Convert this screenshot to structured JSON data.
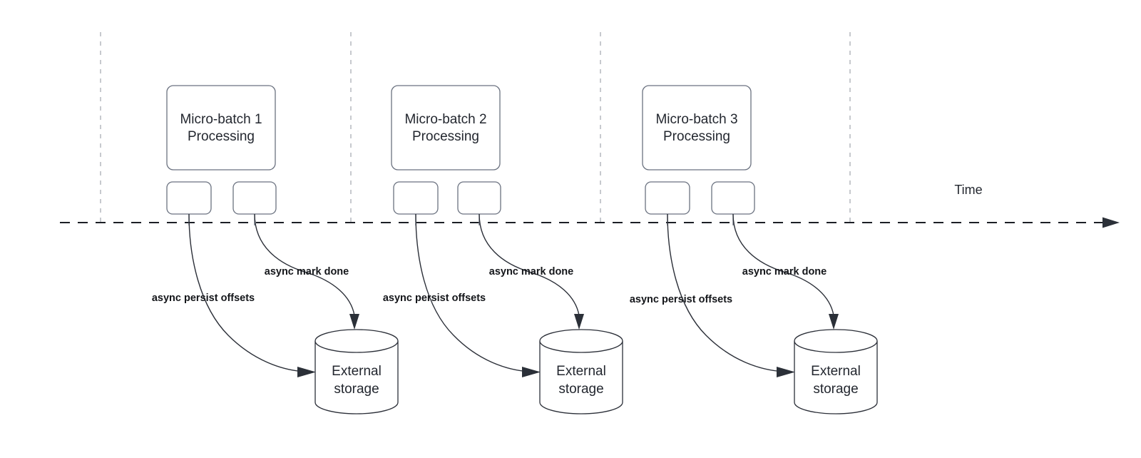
{
  "diagram": {
    "title_label": "Time",
    "timeline": {
      "axis_label": "Time",
      "tick_count": 4
    },
    "groups": [
      {
        "id": "micro-batch-1",
        "box_line1": "Micro-batch 1",
        "box_line2": "Processing",
        "persist_label": "async persist offsets",
        "markdone_label": "async mark done",
        "storage_line1": "External",
        "storage_line2": "storage"
      },
      {
        "id": "micro-batch-2",
        "box_line1": "Micro-batch 2",
        "box_line2": "Processing",
        "persist_label": "async persist offsets",
        "markdone_label": "async mark done",
        "storage_line1": "External",
        "storage_line2": "storage"
      },
      {
        "id": "micro-batch-3",
        "box_line1": "Micro-batch 3",
        "box_line2": "Processing",
        "persist_label": "async persist offsets",
        "markdone_label": "async mark done",
        "storage_line1": "External",
        "storage_line2": "storage"
      }
    ],
    "colors": {
      "background": "#ffffff",
      "box_stroke": "#6b7280",
      "shape_stroke": "#2b2f38",
      "text": "#23272f",
      "label_text": "#14161a",
      "tick_stroke": "#b9bcc2",
      "timeline_stroke": "#1c1f26"
    }
  }
}
